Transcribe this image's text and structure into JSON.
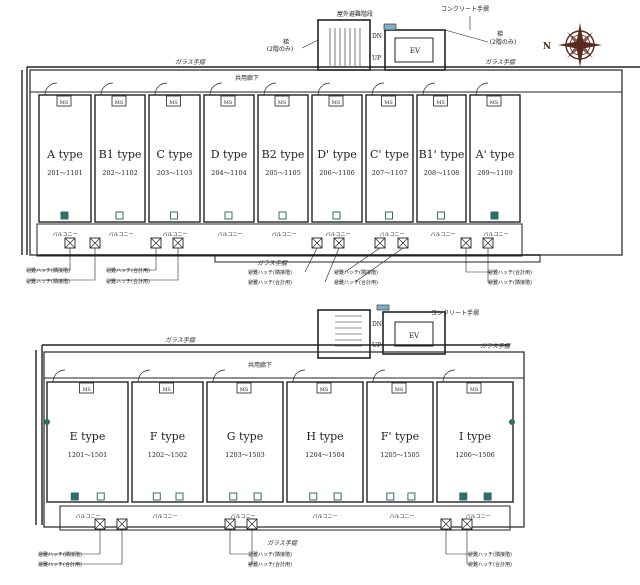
{
  "top": {
    "labels": {
      "stair": "屋外避難階段",
      "concrete_rail_1": "コンクリート手摺",
      "ladder_left_1": "梯",
      "ladder_left_2": "(2階のみ)",
      "ladder_right_1": "梯",
      "ladder_right_2": "(2階のみ)",
      "glass_rail_top_left": "ガラス手摺",
      "glass_rail_top_right": "ガラス手摺",
      "corridor": "共用廊下",
      "glass_rail_bottom": "ガラス手摺",
      "dn": "DN",
      "up": "UP",
      "ev": "EV",
      "ms": "MS"
    },
    "units": [
      {
        "type": "A type",
        "range": "201～1101"
      },
      {
        "type": "B1 type",
        "range": "202～1102"
      },
      {
        "type": "C type",
        "range": "203～1103"
      },
      {
        "type": "D type",
        "range": "204～1104"
      },
      {
        "type": "B2 type",
        "range": "205～1105"
      },
      {
        "type": "D' type",
        "range": "206～1106"
      },
      {
        "type": "C' type",
        "range": "207～1107"
      },
      {
        "type": "B1' type",
        "range": "208～1108"
      },
      {
        "type": "A' type",
        "range": "209～1109"
      }
    ],
    "balcony": "バルコニー",
    "callouts": {
      "left_1": "避難ハッチ(隣接階)",
      "left_2": "避難ハッチ(隣接階)",
      "mid_1": "避難ハッチ(合計用)",
      "mid_2": "避難ハッチ(合計用)",
      "c1": "避難ハッチ(隣接階)",
      "c2": "避難ハッチ(合計用)",
      "c3": "避難ハッチ(隣接階)",
      "c4": "避難ハッチ(合計用)",
      "r1": "避難ハッチ(合計用)",
      "r2": "避難ハッチ(隣接階)"
    }
  },
  "bottom": {
    "labels": {
      "concrete_rail": "コンクリート手摺",
      "glass_rail_top_left": "ガラス手摺",
      "glass_rail_top_right": "ガラス手摺",
      "corridor": "共用廊下",
      "glass_rail_bottom": "ガラス手摺",
      "dn": "DN",
      "up": "UP",
      "ev": "EV",
      "ms": "MS"
    },
    "units": [
      {
        "type": "E type",
        "range": "1201～1501"
      },
      {
        "type": "F type",
        "range": "1202～1502"
      },
      {
        "type": "G type",
        "range": "1203～1503"
      },
      {
        "type": "H type",
        "range": "1204～1504"
      },
      {
        "type": "F' type",
        "range": "1205～1505"
      },
      {
        "type": "I type",
        "range": "1206～1506"
      }
    ],
    "balcony": "バルコニー",
    "callouts": {
      "l1": "避難ハッチ(隣接階)",
      "l2": "避難ハッチ(合計用)",
      "m1": "避難ハッチ(隣接階)",
      "m2": "避難ハッチ(合計用)",
      "r1": "避難ハッチ(隣接階)",
      "r2": "避難ハッチ(合計用)"
    }
  },
  "compass": {
    "icon": "compass-rose-icon",
    "north_mark": "N",
    "color": "#5a2a1e"
  },
  "colors": {
    "accent": "#2e6f6a",
    "line": "#222222"
  }
}
